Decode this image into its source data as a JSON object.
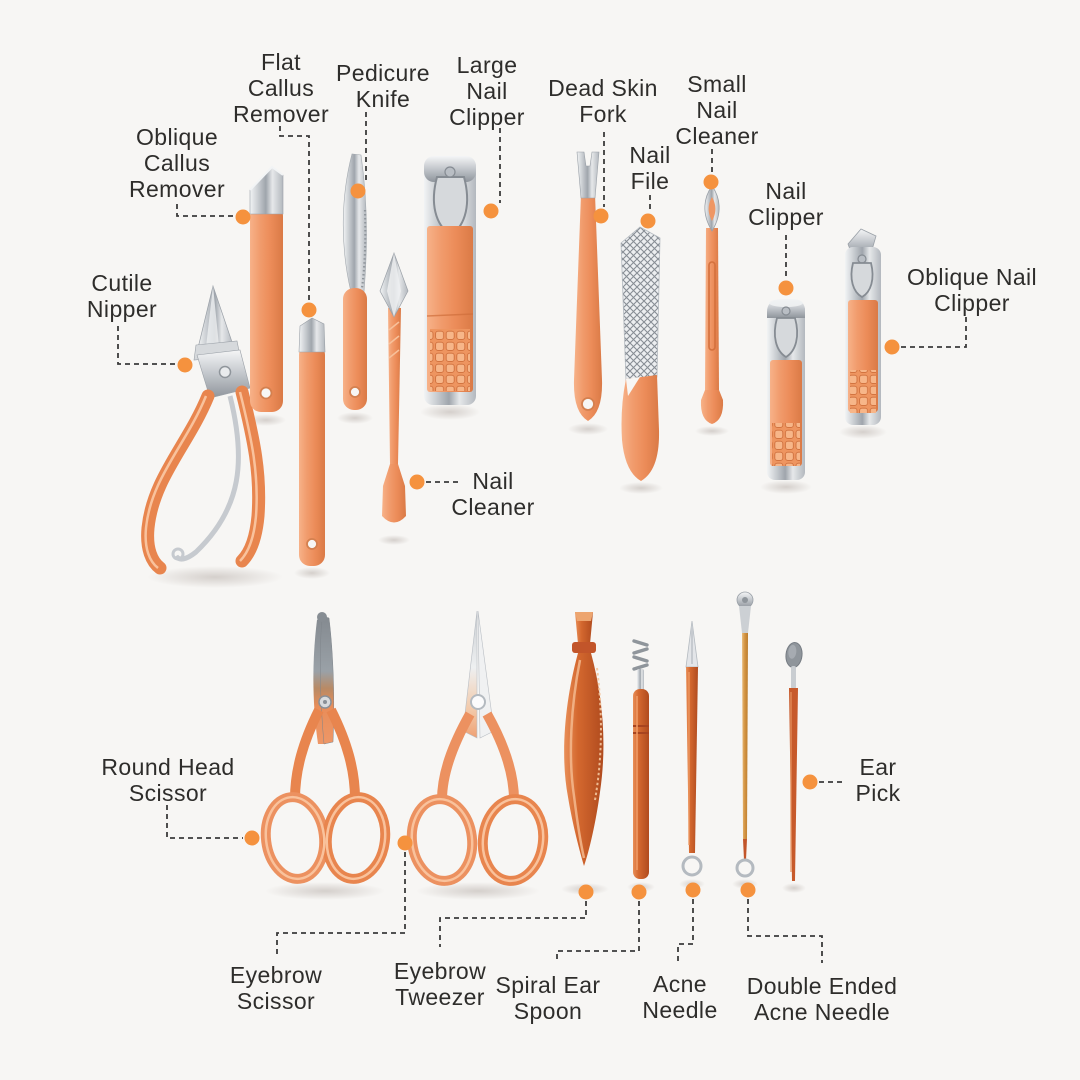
{
  "page": {
    "title": "Manicure pedicure tool set annotated diagram",
    "background": "#f7f6f4",
    "accent_dot_color": "#f5923e",
    "leader_line_color": "#3b3b3b",
    "text_color": "#2e2d2b",
    "tool_orange_color": "#ee9260",
    "tool_dark_orange_color": "#c85f2d",
    "tool_chrome_color": "#c9ccd1"
  },
  "labels": {
    "flat_callus_remover": "Flat\nCallus\nRemover",
    "pedicure_knife": "Pedicure\nKnife",
    "large_nail_clipper": "Large\nNail\nClipper",
    "oblique_callus_remover": "Oblique\nCallus\nRemover",
    "cutile_nipper": "Cutile\nNipper",
    "nail_cleaner": "Nail\nCleaner",
    "dead_skin_fork": "Dead Skin\nFork",
    "nail_file": "Nail\nFile",
    "small_nail_cleaner": "Small\nNail\nCleaner",
    "nail_clipper": "Nail\nClipper",
    "oblique_nail_clipper": "Oblique Nail\nClipper",
    "round_head_scissor": "Round Head\nScissor",
    "ear_pick": "Ear\nPick",
    "eyebrow_scissor": "Eyebrow\nScissor",
    "eyebrow_tweezer": "Eyebrow\nTweezer",
    "spiral_ear_spoon": "Spiral Ear\nSpoon",
    "acne_needle": "Acne\nNeedle",
    "double_ended_acne_needle": "Double Ended\nAcne Needle"
  }
}
